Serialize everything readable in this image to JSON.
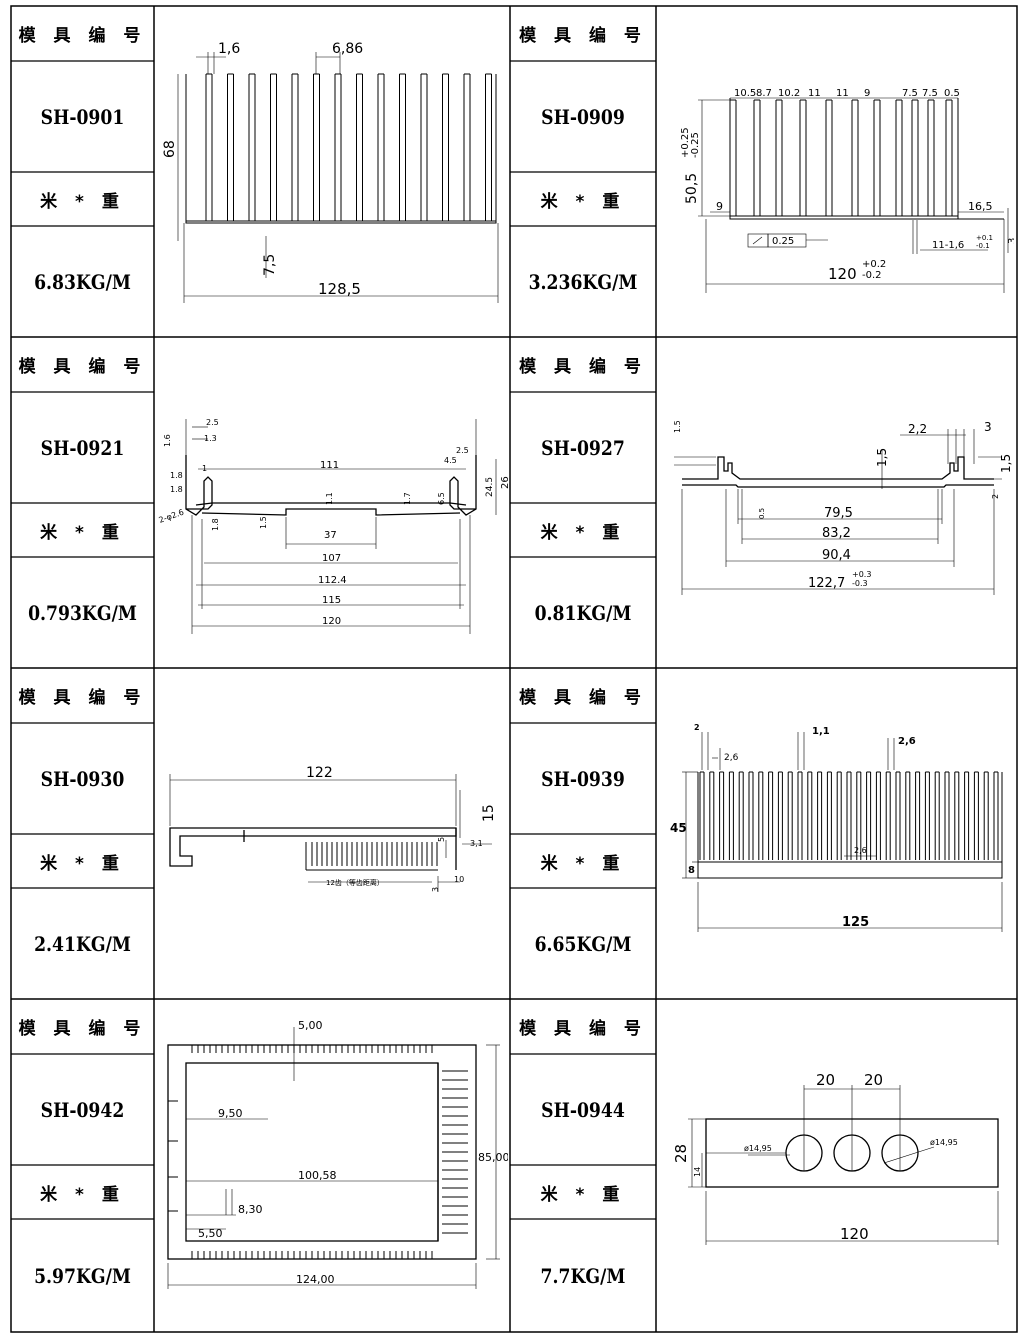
{
  "header_label": "模 具 编 号",
  "weight_label": "米 * 重",
  "profiles": [
    {
      "code": "SH-0901",
      "weight": "6.83KG/M",
      "dims": {
        "fin_thk": "1,6",
        "fin_pitch": "6,86",
        "height": "68",
        "base": "7,5",
        "width": "128,5"
      }
    },
    {
      "code": "SH-0909",
      "weight": "3.236KG/M",
      "dims": {
        "top_spacing": [
          "10.5",
          "8.7",
          "10.2",
          "11",
          "11",
          "9",
          "7.5",
          "7.5",
          "0.5"
        ],
        "height": "50,5",
        "height_tol_plus": "+0.25",
        "height_tol_minus": "-0.25",
        "left_edge": "9",
        "right_edge": "16,5",
        "flatness": "0.25",
        "fin_spec": "11-1,6",
        "fin_tol_plus": "+0.1",
        "fin_tol_minus": "-0.1",
        "base": "3",
        "width": "120",
        "width_tol_plus": "+0.2",
        "width_tol_minus": "-0.2"
      }
    },
    {
      "code": "SH-0921",
      "weight": "0.793KG/M",
      "dims": {
        "d1": "2.5",
        "d2": "1.6",
        "d3": "1.3",
        "d4": "1.8",
        "d5": "1.8",
        "d6": "1",
        "d7": "2-φ2.6",
        "top": "111",
        "t1": "1.1",
        "t2": "1.7",
        "t3": "4.5",
        "t4": "2.5",
        "t5": "6.5",
        "h1": "24.5",
        "h2": "26",
        "b1": "1.8",
        "b2": "1.5",
        "slot": "37",
        "w1": "107",
        "w2": "112.4",
        "w3": "115",
        "w4": "120"
      }
    },
    {
      "code": "SH-0927",
      "weight": "0.81KG/M",
      "dims": {
        "a": "2,2",
        "b": "3",
        "c": "1,5",
        "d": "1.5",
        "e": "1,5",
        "f": "0.5",
        "g": "2",
        "w1": "79,5",
        "w2": "83,2",
        "w3": "90,4",
        "w4": "122,7",
        "tol_plus": "+0.3",
        "tol_minus": "-0.3"
      }
    },
    {
      "code": "SH-0930",
      "weight": "2.41KG/M",
      "dims": {
        "width": "122",
        "height": "15",
        "fin_h": "5",
        "edge": "3,1",
        "fin_label": "12齿（等齿距离）",
        "right": "10",
        "base": "3"
      }
    },
    {
      "code": "SH-0939",
      "weight": "6.65KG/M",
      "dims": {
        "a": "2",
        "b": "2,6",
        "c": "1,1",
        "d": "2,6",
        "height": "45",
        "base": "8",
        "gap": "2,6",
        "width": "125"
      }
    },
    {
      "code": "SH-0942",
      "weight": "5.97KG/M",
      "dims": {
        "a": "5,00",
        "b": "9,50",
        "c": "100,58",
        "d": "8,30",
        "e": "5,50",
        "height": "85,00",
        "width": "124,00"
      }
    },
    {
      "code": "SH-0944",
      "weight": "7.7KG/M",
      "dims": {
        "s1": "20",
        "s2": "20",
        "d_left": "ø14,95",
        "d_right": "ø14,95",
        "height": "28",
        "half": "14",
        "width": "120"
      }
    }
  ]
}
